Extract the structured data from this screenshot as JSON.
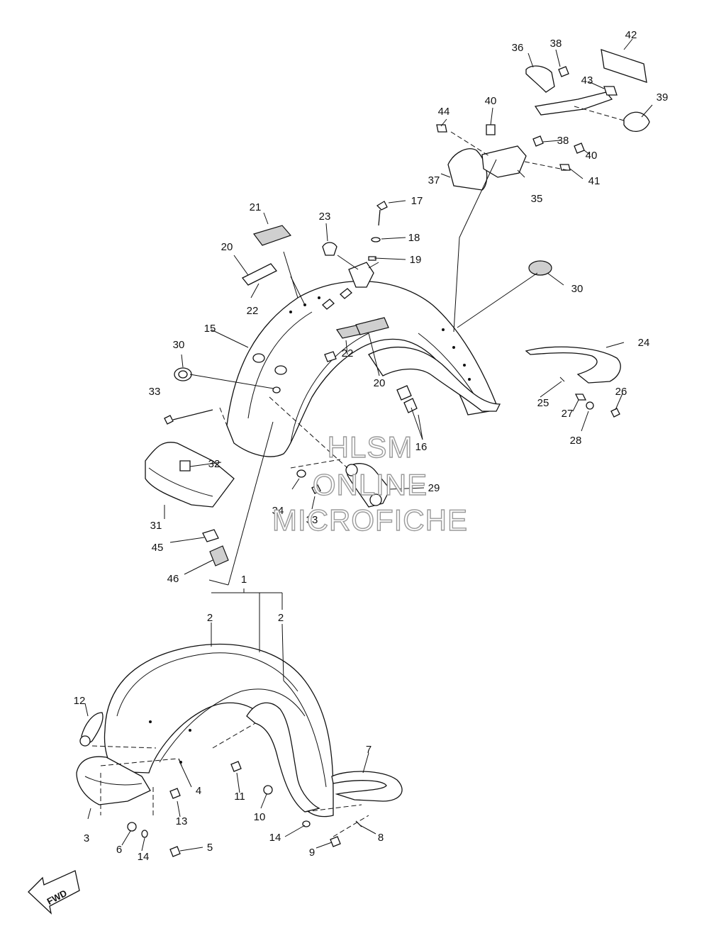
{
  "diagram": {
    "labels": [
      "1",
      "2",
      "2",
      "3",
      "4",
      "5",
      "6",
      "7",
      "8",
      "9",
      "10",
      "11",
      "12",
      "13",
      "14",
      "14",
      "15",
      "16",
      "17",
      "18",
      "19",
      "20",
      "20",
      "21",
      "22",
      "22",
      "23",
      "24",
      "25",
      "26",
      "27",
      "28",
      "29",
      "30",
      "30",
      "31",
      "32",
      "33",
      "33",
      "34",
      "35",
      "36",
      "37",
      "38",
      "38",
      "39",
      "40",
      "40",
      "41",
      "42",
      "43",
      "44",
      "45",
      "46"
    ],
    "fwd_label": "FWD",
    "watermark": [
      "HLSM",
      "ONLINE",
      "MICROFICHE"
    ]
  },
  "colors": {
    "ink": "#111111",
    "watermark_outline": "#9a9a9a",
    "background": "#ffffff"
  }
}
